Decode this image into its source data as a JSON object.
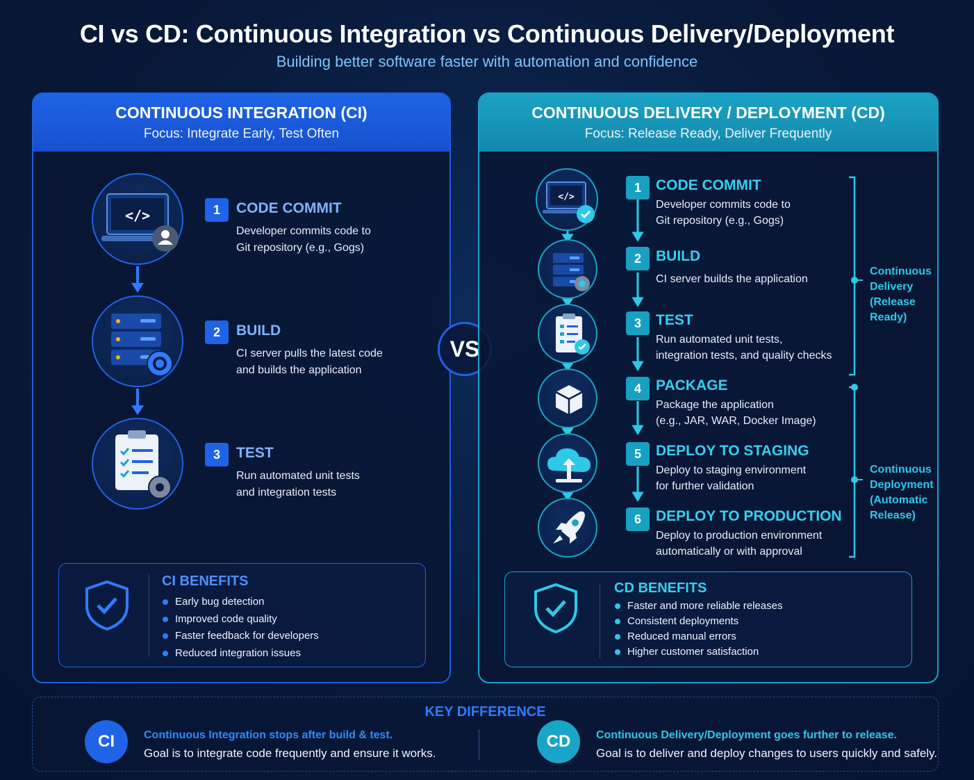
{
  "header": {
    "title": "CI vs CD: Continuous Integration vs Continuous Delivery/Deployment",
    "subtitle": "Building better software faster with automation and confidence"
  },
  "ci": {
    "heading": "CONTINUOUS INTEGRATION (CI)",
    "focus": "Focus: Integrate Early, Test Often",
    "steps": [
      {
        "num": "1",
        "title": "CODE COMMIT",
        "desc1": "Developer commits code to",
        "desc2": "Git repository (e.g., Gogs)",
        "icon": "laptop-code-icon"
      },
      {
        "num": "2",
        "title": "BUILD",
        "desc1": "CI server pulls the latest code",
        "desc2": "and builds the application",
        "icon": "server-gear-icon"
      },
      {
        "num": "3",
        "title": "TEST",
        "desc1": "Run automated unit tests",
        "desc2": "and integration tests",
        "icon": "checklist-gear-icon"
      }
    ],
    "benefits": {
      "title": "CI BENEFITS",
      "items": [
        "Early bug detection",
        "Improved code quality",
        "Faster feedback for developers",
        "Reduced integration issues"
      ]
    }
  },
  "vs": "VS",
  "cd": {
    "heading": "CONTINUOUS DELIVERY / DEPLOYMENT (CD)",
    "focus": "Focus: Release Ready, Deliver Frequently",
    "steps": [
      {
        "num": "1",
        "title": "CODE COMMIT",
        "desc1": "Developer commits code to",
        "desc2": "Git repository (e.g., Gogs)",
        "icon": "laptop-check-icon"
      },
      {
        "num": "2",
        "title": "BUILD",
        "desc1": "CI server builds the application",
        "desc2": "",
        "icon": "server-gear-icon"
      },
      {
        "num": "3",
        "title": "TEST",
        "desc1": "Run automated unit tests,",
        "desc2": "integration tests, and quality checks",
        "icon": "checklist-check-icon"
      },
      {
        "num": "4",
        "title": "PACKAGE",
        "desc1": "Package the application",
        "desc2": "(e.g., JAR, WAR, Docker Image)",
        "icon": "package-box-icon"
      },
      {
        "num": "5",
        "title": "DEPLOY TO STAGING",
        "desc1": "Deploy to staging environment",
        "desc2": "for further validation",
        "icon": "cloud-upload-icon"
      },
      {
        "num": "6",
        "title": "DEPLOY TO PRODUCTION",
        "desc1": "Deploy to production environment",
        "desc2": "automatically or with approval",
        "icon": "rocket-icon"
      }
    ],
    "delivery_label": [
      "Continuous",
      "Delivery",
      "(Release",
      "Ready)"
    ],
    "deployment_label": [
      "Continuous",
      "Deployment",
      "(Automatic",
      "Release)"
    ],
    "benefits": {
      "title": "CD BENEFITS",
      "items": [
        "Faster and more reliable releases",
        "Consistent deployments",
        "Reduced manual errors",
        "Higher customer satisfaction"
      ]
    }
  },
  "key_difference": {
    "title": "KEY DIFFERENCE",
    "ci_badge": "CI",
    "ci_line1": "Continuous Integration stops after build & test.",
    "ci_line2": "Goal is to integrate code frequently and ensure it works.",
    "cd_badge": "CD",
    "cd_line1": "Continuous Delivery/Deployment goes further to release.",
    "cd_line2": "Goal is to deliver and deploy changes to users quickly and safely."
  },
  "colors": {
    "ci_accent": "#1f63e6",
    "cd_accent": "#1aa3c9",
    "background": "#081a3a"
  }
}
